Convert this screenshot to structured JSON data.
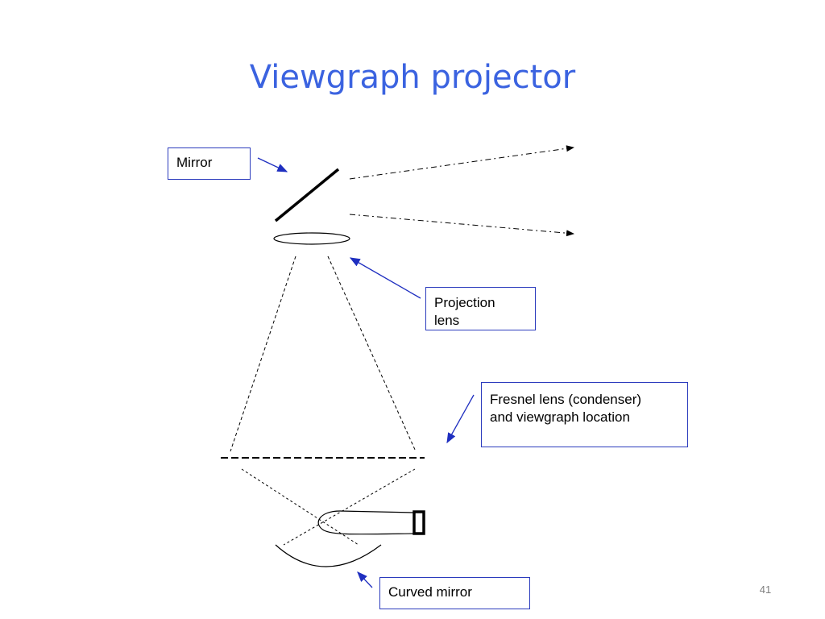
{
  "slide": {
    "title": "Viewgraph projector",
    "slide_number": "41"
  },
  "labels": {
    "mirror": "Mirror",
    "projection_lens": "Projection\nlens",
    "fresnel_lens": "Fresnel lens (condenser)\n and viewgraph location",
    "curved_mirror": "Curved mirror"
  },
  "colors": {
    "title": "#3b63e0",
    "callout_arrow": "#1f2fc0",
    "label_border": "#2b3bbd",
    "optics": "#000000"
  },
  "icons": {
    "projected_beam_arrows": "arrowhead",
    "lamp_filament": "rectangle-outline"
  }
}
